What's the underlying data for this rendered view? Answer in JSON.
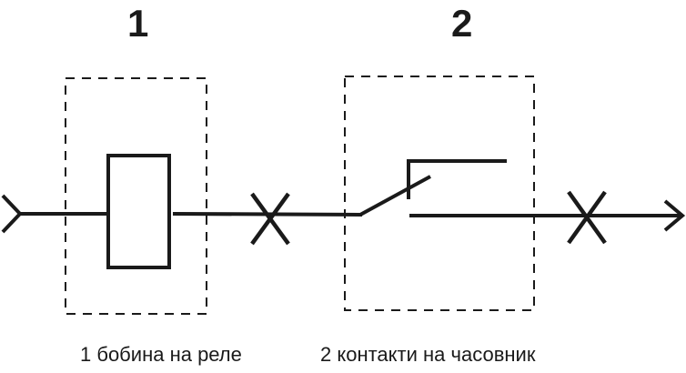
{
  "diagram": {
    "type": "circuit-schematic",
    "components": [
      {
        "id": "1",
        "number_label": "1",
        "caption": "1 бобина на реле",
        "symbol": "relay-coil",
        "description": "relay coil shown as rectangle inside dashed enclosure"
      },
      {
        "id": "2",
        "number_label": "2",
        "caption": "2 контакти на часовник",
        "symbol": "normally-open-contact",
        "description": "timer contacts shown as open switch inside dashed enclosure"
      }
    ],
    "wire_markers": [
      {
        "symbol": "cross-x",
        "position": "between component 1 and 2"
      },
      {
        "symbol": "cross-x",
        "position": "after component 2"
      }
    ],
    "input_terminal": "fork-icon",
    "output_terminal": "arrow-right-icon",
    "colors": {
      "line": "#1a1a1a",
      "background": "#ffffff"
    }
  }
}
